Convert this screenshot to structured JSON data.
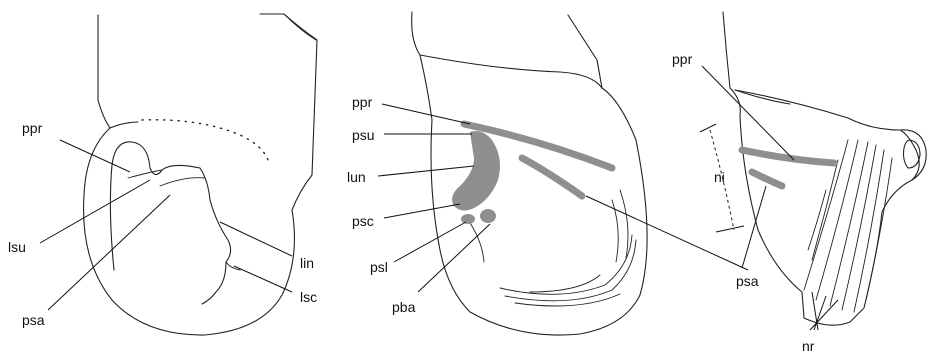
{
  "labels": {
    "left_ppr": "ppr",
    "left_lsu": "lsu",
    "left_psa": "psa",
    "left_lin": "lin",
    "left_lsc": "lsc",
    "mid_ppr": "ppr",
    "mid_psu": "psu",
    "mid_lun": "lun",
    "mid_psc": "psc",
    "mid_psl": "psl",
    "mid_pba": "pba",
    "mid_psa": "psa",
    "right_ppr": "ppr",
    "right_ni": "ni",
    "right_nr": "nr"
  },
  "colors": {
    "outline": "#222222",
    "highlight": "#8f8f8f",
    "background": "#ffffff"
  }
}
